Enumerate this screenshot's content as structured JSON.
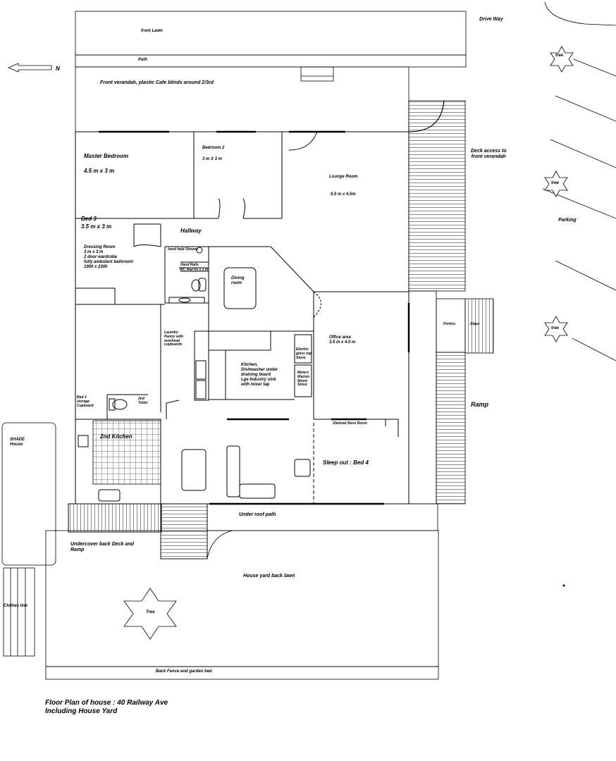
{
  "labels": {
    "front_lawn": "front Lawn",
    "drive_way": "Drive Way",
    "path": "Path",
    "north": "N",
    "front_verandah": "Front verandah, plastic Cafe blinds around 2/3rd",
    "tree": "tree",
    "deck_access": "Deck access to\nfront verandah",
    "parking": "Parking",
    "master_bedroom": "Master Bedroom",
    "master_bedroom_size": "4.5 m  x  3 m",
    "bedroom2": "Bedroom  2",
    "bedroom2_size": "3 m  X   3 m",
    "lounge": "Lounge Room",
    "lounge_size": "5.5 m  x  4.5m",
    "bed3": "Bed  3",
    "bed3_size": "3.5 m  x  3 m",
    "hallway": "Hallway",
    "hand_held_shower": "hand held Shower",
    "hand_rails": "Hand Rails",
    "wc": "WC Rail fix  x 1  m",
    "dressing_room": "Dressing Room\n3 m  x 3 m\n2 door wardrobe\nfully ambulant bathroom\n1900  x 2300",
    "dining": "Dining\nroom",
    "portico": "Portico",
    "steps": "Steps",
    "laundry": "Laundry\nPantry with\noverhead\ncupboards",
    "office": "Office area\n3.5 m  x  4.0 m",
    "kitchen": "Kitchen,\nDishwasher under\ndraining board\nLge Industry sink\nwith mixer tap",
    "electric_stove": "Electric\nglass top\nStove",
    "metters_stove": "Meters\nWarren\nWood\nStove",
    "ramp": "Ramp",
    "bed3_storage": "Bed  3\nstorage\nCupboard",
    "toilet2": "2nd\nToilet",
    "shelved_store": "Shelved Store Room",
    "shade_house": "SHADE\nHouse",
    "kitchen2": "2nd Kitchen",
    "sleep_out": "Sleep out : Bed 4",
    "under_roof_path": "Under roof path",
    "back_deck": "Undercover back Deck and\nRamp",
    "back_lawn": "House yard  back lawn",
    "clothes_line": "Clothes line",
    "yard_tree": "Tree",
    "back_fence": "Back Fence and garden bed",
    "caption": "Floor Plan of house : 40 Railway Ave\nIncluding House Yard"
  }
}
